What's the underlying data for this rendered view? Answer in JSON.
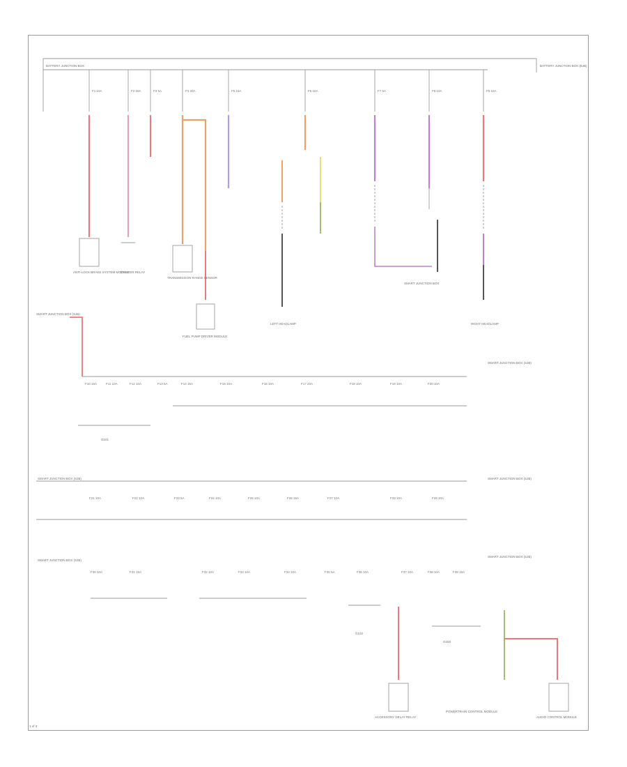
{
  "diagram": {
    "page_number": "1 of 3",
    "colors": {
      "red": "#ee7777",
      "pink": "#e8a0b8",
      "orange": "#f0a060",
      "violet": "#b0a0e8",
      "purple": "#c080d0",
      "yellow": "#e8e070",
      "green": "#a0c070",
      "black": "#555555",
      "brown": "#b08060"
    },
    "top_bus_left_label": "BATTERY JUNCTION BOX",
    "top_bus_right_label": "BATTERY JUNCTION BOX (BJB)",
    "top_fuses": [
      {
        "label": "F1 10A"
      },
      {
        "label": "F2 30A"
      },
      {
        "label": "F3 5A"
      },
      {
        "label": "F4 20A"
      },
      {
        "label": "F5 15A"
      },
      {
        "label": "F6 10A"
      },
      {
        "label": "F7 5A"
      },
      {
        "label": "F8 10A"
      },
      {
        "label": "F9 10A"
      }
    ],
    "components_top": [
      {
        "label": "ANTI-LOCK BRAKE SYSTEM MODULE"
      },
      {
        "label": "STARTER RELAY"
      },
      {
        "label": "TRANSMISSION RANGE SENSOR"
      },
      {
        "label": "FUEL PUMP DRIVER MODULE"
      },
      {
        "label": "LEFT HEADLAMP"
      },
      {
        "label": "RIGHT HEADLAMP"
      },
      {
        "label": "SMART JUNCTION BOX"
      }
    ],
    "row_labels": [
      {
        "label": "SMART JUNCTION BOX (SJB)"
      },
      {
        "label": "SMART JUNCTION BOX (SJB)"
      },
      {
        "label": "SMART JUNCTION BOX (SJB)"
      }
    ],
    "row1_fuses": [
      {
        "label": "F10 15A"
      },
      {
        "label": "F11 10A"
      },
      {
        "label": "F12 10A"
      },
      {
        "label": "F13 5A"
      },
      {
        "label": "F14 15A"
      },
      {
        "label": "F15 10A"
      },
      {
        "label": "F16 10A"
      },
      {
        "label": "F17 20A"
      },
      {
        "label": "F18 10A"
      },
      {
        "label": "F19 10A"
      },
      {
        "label": "F20 10A"
      }
    ],
    "row2_fuses": [
      {
        "label": "F21 10A"
      },
      {
        "label": "F22 10A"
      },
      {
        "label": "F23 5A"
      },
      {
        "label": "F24 10A"
      },
      {
        "label": "F25 10A"
      },
      {
        "label": "F26 15A"
      },
      {
        "label": "F27 10A"
      },
      {
        "label": "F28 10A"
      },
      {
        "label": "F29 20A"
      }
    ],
    "row3_fuses": [
      {
        "label": "F30 10A"
      },
      {
        "label": "F31 15A"
      },
      {
        "label": "F32 10A"
      },
      {
        "label": "F33 10A"
      },
      {
        "label": "F34 10A"
      },
      {
        "label": "F35 5A"
      },
      {
        "label": "F36 10A"
      },
      {
        "label": "F37 10A"
      },
      {
        "label": "F38 10A"
      },
      {
        "label": "F39 15A"
      }
    ],
    "bottom_components": [
      {
        "label": "ACCESSORY DELAY RELAY"
      },
      {
        "label": "POWERTRAIN CONTROL MODULE"
      },
      {
        "label": "AUDIO CONTROL MODULE"
      }
    ],
    "ground_labels": [
      {
        "label": "G101"
      },
      {
        "label": "G102"
      },
      {
        "label": "G200"
      }
    ]
  }
}
